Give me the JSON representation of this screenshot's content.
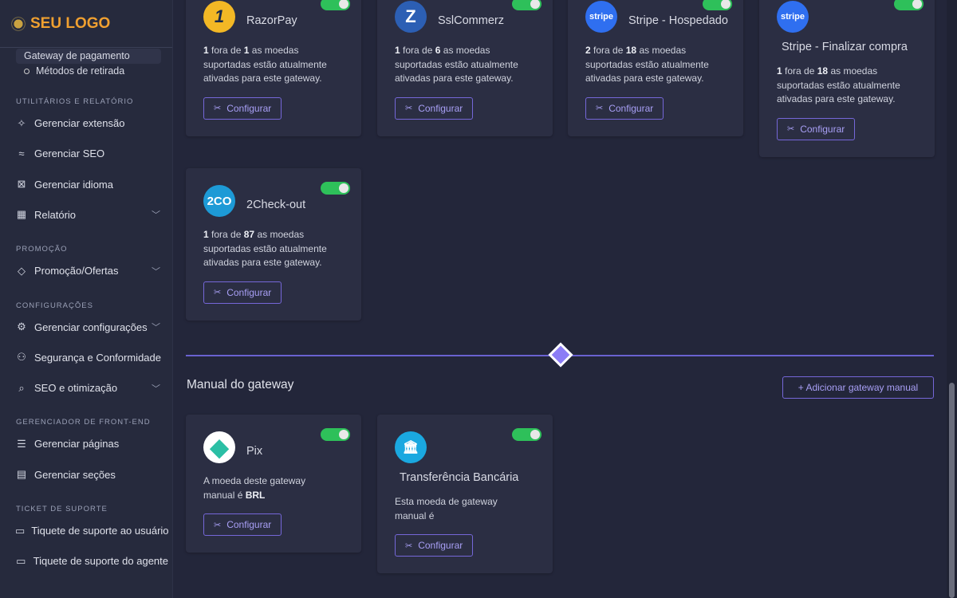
{
  "logo": {
    "text": "SEU LOGO"
  },
  "sidebar": {
    "sub_items": [
      {
        "label": "Gateway de pagamento"
      },
      {
        "label": "Métodos de retirada"
      }
    ],
    "sections": [
      {
        "title": "UTILITÁRIOS E RELATÓRIO",
        "items": [
          {
            "label": "Gerenciar extensão",
            "icon": "puzzle-icon"
          },
          {
            "label": "Gerenciar SEO",
            "icon": "chart-wave-icon"
          },
          {
            "label": "Gerenciar idioma",
            "icon": "language-icon"
          },
          {
            "label": "Relatório",
            "icon": "table-icon",
            "chevron": true
          }
        ]
      },
      {
        "title": "PROMOÇÃO",
        "items": [
          {
            "label": "Promoção/Ofertas",
            "icon": "tag-icon",
            "chevron": true
          }
        ]
      },
      {
        "title": "CONFIGURAÇÕES",
        "items": [
          {
            "label": "Gerenciar configurações",
            "icon": "gear-icon",
            "chevron": true
          },
          {
            "label": "Segurança e Conformidade",
            "icon": "user-shield-icon"
          },
          {
            "label": "SEO e otimização",
            "icon": "search-icon",
            "chevron": true
          }
        ]
      },
      {
        "title": "GERENCIADOR DE FRONT-END",
        "items": [
          {
            "label": "Gerenciar páginas",
            "icon": "list-icon"
          },
          {
            "label": "Gerenciar seções",
            "icon": "html5-icon"
          }
        ]
      },
      {
        "title": "TICKET DE SUPORTE",
        "items": [
          {
            "label": "Tiquete de suporte ao usuário",
            "icon": "ticket-icon"
          },
          {
            "label": "Tiquete de suporte do agente",
            "icon": "ticket-icon"
          }
        ]
      }
    ]
  },
  "texts": {
    "fora_de": "fora de",
    "suffix": "as moedas suportadas estão atualmente ativadas para este gateway.",
    "configure": "Configurar"
  },
  "gateways": [
    {
      "name": "RazorPay",
      "logo": "razorpay-logo",
      "logo_text": "1",
      "logo_bg": "#f3b825",
      "active": 1,
      "total": 1,
      "enabled": true
    },
    {
      "name": "SslCommerz",
      "logo": "sslcommerz-logo",
      "logo_text": "Z",
      "logo_bg": "#2c5fb4",
      "active": 1,
      "total": 6,
      "enabled": true
    },
    {
      "name": "Stripe - Hospedado",
      "logo": "stripe-logo",
      "logo_text": "stripe",
      "logo_bg": "#2f6ff0",
      "active": 2,
      "total": 18,
      "enabled": true
    },
    {
      "name": "Stripe - Finalizar compra",
      "logo": "stripe-logo",
      "logo_text": "stripe",
      "logo_bg": "#2f6ff0",
      "active": 1,
      "total": 18,
      "enabled": true
    },
    {
      "name": "2Check-out",
      "logo": "2checkout-logo",
      "logo_text": "2CO",
      "logo_bg": "#1d9ad6",
      "active": 1,
      "total": 87,
      "enabled": true
    }
  ],
  "manual": {
    "title": "Manual do gateway",
    "add_button": "+ Adicionar gateway manual",
    "gateways": [
      {
        "name": "Pix",
        "logo": "pix-logo",
        "logo_text": "◆",
        "logo_bg": "#ffffff",
        "desc": "A moeda deste gateway manual é",
        "currency": "BRL",
        "enabled": true
      },
      {
        "name": "Transferência Bancária",
        "logo": "bank-logo",
        "logo_text": "🏛",
        "logo_bg": "#1aa8e0",
        "desc": "Esta moeda de gateway manual é",
        "currency": "",
        "enabled": true
      }
    ]
  },
  "colors": {
    "accent": "#7567d8",
    "toggle_on": "#2ec05a",
    "logo": "#f0a030"
  }
}
